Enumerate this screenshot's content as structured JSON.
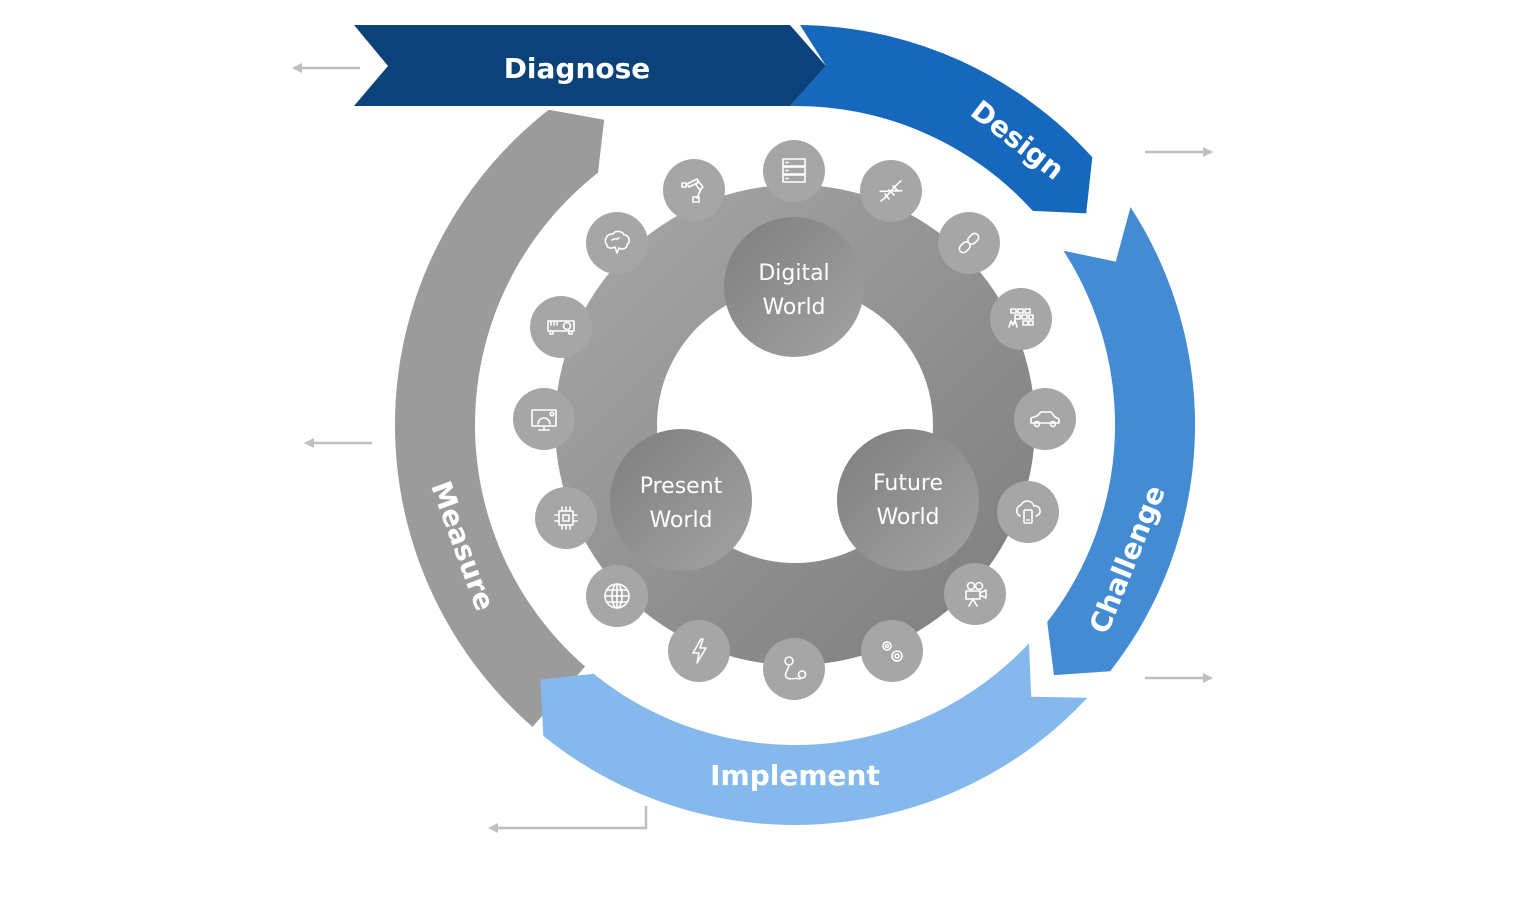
{
  "diagram": {
    "phases": [
      {
        "id": "diagnose",
        "label": "Diagnose",
        "color": "#0b4279"
      },
      {
        "id": "design",
        "label": "Design",
        "color": "#1668bd"
      },
      {
        "id": "challenge",
        "label": "Challenge",
        "color": "#438cd4"
      },
      {
        "id": "implement",
        "label": "Implement",
        "color": "#85b9ee"
      },
      {
        "id": "measure",
        "label": "Measure",
        "color": "#9b9b9b"
      }
    ],
    "worlds": [
      {
        "id": "digital",
        "line1": "Digital",
        "line2": "World"
      },
      {
        "id": "present",
        "line1": "Present",
        "line2": "World"
      },
      {
        "id": "future",
        "line1": "Future",
        "line2": "World"
      }
    ],
    "icons": [
      "server-icon",
      "dna-icon",
      "link-icon",
      "firewall-icon",
      "car-icon",
      "cloud-mobile-icon",
      "video-camera-icon",
      "gears-icon",
      "route-icon",
      "lightning-icon",
      "globe-icon",
      "chip-icon",
      "monitor-settings-icon",
      "projector-icon",
      "brain-icon",
      "robot-arm-icon"
    ],
    "arrows": [
      {
        "id": "arrow-diagnose",
        "direction": "left"
      },
      {
        "id": "arrow-design",
        "direction": "right"
      },
      {
        "id": "arrow-challenge",
        "direction": "right"
      },
      {
        "id": "arrow-implement",
        "direction": "left"
      },
      {
        "id": "arrow-measure",
        "direction": "left"
      }
    ],
    "colors": {
      "ring_gray": "#9a9a9a",
      "icon_circle": "#a6a6a6",
      "world_circle": "#8c8c8c",
      "arrow_gray": "#bfbfbf"
    }
  }
}
